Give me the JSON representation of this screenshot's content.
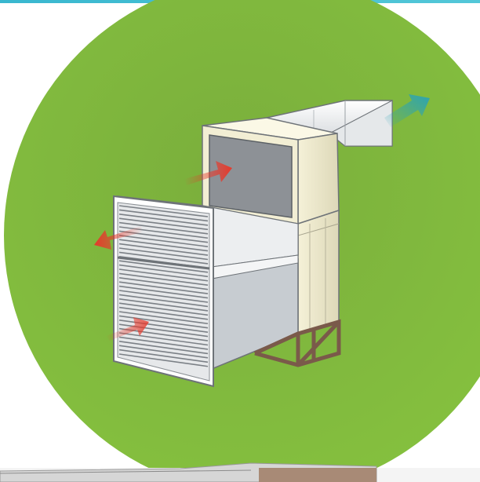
{
  "scene": {
    "title": "",
    "accent_bar_color": "#45bfd4",
    "circle_color": "#7fb440",
    "unit_body_color": "#f0ecd2",
    "unit_panel_color": "#8d9196",
    "louver_color": "#d7dadd",
    "frame_color": "#7a5a4a",
    "duct_color": "#eef0f2"
  },
  "arrows": [
    {
      "name": "supply-air-out-arrow",
      "color": "#2aa3b5",
      "direction": "up-right"
    },
    {
      "name": "return-air-in-arrow",
      "color": "#e53a2c",
      "direction": "right"
    },
    {
      "name": "exhaust-air-arrow",
      "color": "#e53a2c",
      "direction": "left"
    },
    {
      "name": "outdoor-air-in-arrow",
      "color": "#e8524a",
      "direction": "right"
    }
  ],
  "icons": [
    "ventilation-unit-icon",
    "louver-grille-icon",
    "support-frame-icon",
    "air-duct-icon"
  ]
}
